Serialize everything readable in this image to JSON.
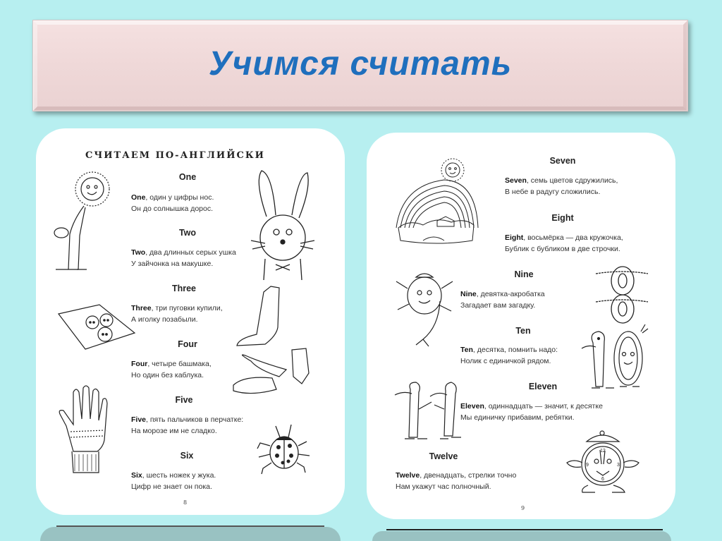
{
  "slide": {
    "title": "Учимся считать",
    "colors": {
      "background": "#b7eff0",
      "title_box": "#efd8d8",
      "title_text": "#1f6fbd",
      "page": "#ffffff"
    }
  },
  "left_page": {
    "heading": "СЧИТАЕМ ПО-АНГЛИЙСКИ",
    "page_number": "8",
    "entries": [
      {
        "title": "One",
        "word": "One",
        "line1_rest": ", один у цифры нос.",
        "line2": "Он до солнышка дорос."
      },
      {
        "title": "Two",
        "word": "Two",
        "line1_rest": ", два длинных серых ушка",
        "line2": "У зайчонка на макушке."
      },
      {
        "title": "Three",
        "word": "Three",
        "line1_rest": ", три пуговки купили,",
        "line2": "А иголку позабыли."
      },
      {
        "title": "Four",
        "word": "Four",
        "line1_rest": ", четыре башмака,",
        "line2": "Но один без каблука."
      },
      {
        "title": "Five",
        "word": "Five",
        "line1_rest": ", пять пальчиков в перчатке:",
        "line2": "На морозе им не сладко."
      },
      {
        "title": "Six",
        "word": "Six",
        "line1_rest": ", шесть ножек у жука.",
        "line2": "Цифр не знает он пока."
      }
    ],
    "illustrations": [
      "sun-and-number-one",
      "rabbit",
      "buttons-on-cloth",
      "boots-and-shoes",
      "glove",
      "ladybug"
    ]
  },
  "right_page": {
    "page_number": "9",
    "entries": [
      {
        "title": "Seven",
        "word": "Seven",
        "line1_rest": ", семь цветов сдружились,",
        "line2": "В небе в радугу сложились."
      },
      {
        "title": "Eight",
        "word": "Eight",
        "line1_rest": ", восьмёрка — два кружочка,",
        "line2": "Бублик с бубликом в две строчки."
      },
      {
        "title": "Nine",
        "word": "Nine",
        "line1_rest": ", девятка-акробатка",
        "line2": "Загадает вам загадку."
      },
      {
        "title": "Ten",
        "word": "Ten",
        "line1_rest": ", десятка, помнить надо:",
        "line2": "Нолик с единичкой рядом."
      },
      {
        "title": "Eleven",
        "word": "Eleven",
        "line1_rest": ", одиннадцать — значит, к десятке",
        "line2": "Мы единичку прибавим, ребятки."
      },
      {
        "title": "Twelve",
        "word": "Twelve",
        "line1_rest": ", двенадцать, стрелки точно",
        "line2": "Нам укажут час полночный."
      }
    ],
    "illustrations": [
      "rainbow-with-sun",
      "bagels-eight",
      "number-nine-acrobat",
      "one-and-zero-ten",
      "two-ones-eleven",
      "alarm-clock"
    ],
    "clock_labels": [
      "12",
      "3",
      "6",
      "9"
    ]
  }
}
